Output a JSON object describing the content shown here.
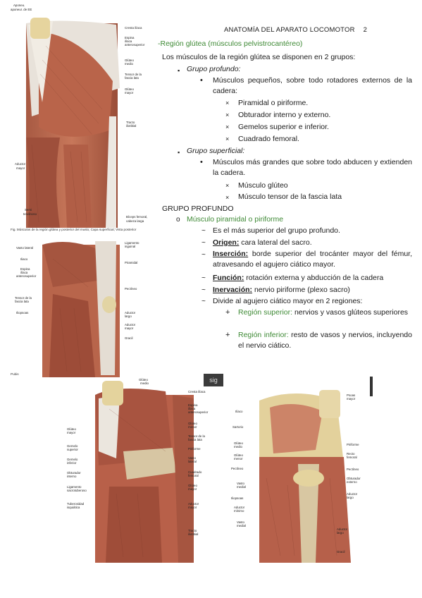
{
  "header": {
    "title": "ANATOMÍA DEL APARATO LOCOMOTOR",
    "page": "2"
  },
  "section_title": "-Región glútea (músculos pelvistrocantéreo)",
  "intro": "Los músculos de la región glútea se disponen en 2 grupos:",
  "groups": {
    "deep": {
      "label": "Grupo profundo:",
      "desc": "Músculos pequeños, sobre todo rotadores externos de la cadera:",
      "items": [
        "Piramidal o piriforme.",
        "Obturador interno y externo.",
        "Gemelos superior e inferior.",
        "Cuadrado femoral."
      ]
    },
    "superficial": {
      "label": "Grupo superficial:",
      "desc": "Músculos más grandes que sobre todo abducen y extienden la cadera.",
      "items": [
        "Músculo glúteo",
        "Músculo tensor de la fascia lata"
      ]
    }
  },
  "deep_title": "GRUPO PROFUNDO",
  "piriformis": {
    "title": "Músculo piramidal o piriforme",
    "p1": "Es el más superior del grupo profundo.",
    "origin_label": "Origen:",
    "origin": " cara lateral del sacro.",
    "insertion_label": "Inserción:",
    "insertion": " borde superior del trocánter mayor del fémur, atravesando el agujero ciático mayor.",
    "function_label": "Función:",
    "function": " rotación externa y abducción de la cadera",
    "innervation_label": "Inervación:",
    "innervation": " nervio piriforme (plexo sacro)",
    "divide": "Divide al agujero ciático mayor en 2 regiones:",
    "sup_label": "Región superior:",
    "sup": " nervios y vasos glúteos superiores",
    "inf_label": "Región inferior:",
    "inf": " resto de vasos y nervios, incluyendo el nervio ciático."
  },
  "fig1": {
    "labels_left": [
      "Aponeu.",
      "aponeur. de EE",
      "Aductor",
      "mayor",
      "Semi",
      "tendinoso"
    ],
    "labels_right": [
      "Cresta ilíaca",
      "Espina",
      "ilíaca",
      "anterosuperior",
      "Glúteo",
      "medio",
      "Tensor de la",
      "fascia lata",
      "Glúteo",
      "mayor",
      "Tracto",
      "iliotibial",
      "Bíceps femoral,",
      "cabeza larga"
    ],
    "caption": "Fig. Músculos de la región glútea y posterior del muslo; Capa superficial; Vista posterior"
  },
  "fig2": {
    "labels_left": [
      "Vasto lateral",
      "Iliaco",
      "Espina",
      "ilíaca",
      "anterosuperior",
      "Tensor de la",
      "fascia lata",
      "Iliopsoas"
    ],
    "labels_right": [
      "Ligamento",
      "inguinal",
      "Piramidal",
      "Pectíneo",
      "Aductor",
      "largo",
      "Aductor",
      "mayor",
      "Gracil"
    ],
    "caption": "Pubis"
  },
  "fig3": {
    "labels_left": [
      "Glúteo",
      "mayor",
      "Gemelo",
      "superior",
      "Gemelo",
      "inferior",
      "Obturador",
      "interno",
      "Ligamento",
      "sacrotuberoso",
      "Tuberosidad",
      "isquiática"
    ],
    "labels_right": [
      "Glúteo",
      "medio",
      "Cresta ilíaca",
      "Espina",
      "ilíaca",
      "anterosuperior",
      "Glúteo",
      "menor",
      "Tensor de la",
      "fascia lata",
      "Piriforme",
      "Vasto",
      "lateral",
      "Cuadrado",
      "femoral",
      "Glúteo",
      "mayor",
      "Aductor",
      "mayor",
      "Tracto",
      "iliotibial"
    ]
  },
  "fig4": {
    "labels_left": [
      "Ilíaco",
      "Sartorio",
      "Glúteo",
      "medio",
      "Glúteo",
      "menor",
      "Pectíneo",
      "Vasto",
      "medial",
      "Iliopsoas",
      "Aductor",
      "mínimo",
      "Vasto",
      "medial"
    ],
    "labels_right": [
      "Psoas",
      "mayor",
      "Piriforme",
      "Recto",
      "femoral",
      "Pectíneo",
      "Obturador",
      "externo",
      "Aductor",
      "largo",
      "Aductor",
      "largo",
      "Gracil"
    ]
  },
  "overlay_text": "sig"
}
